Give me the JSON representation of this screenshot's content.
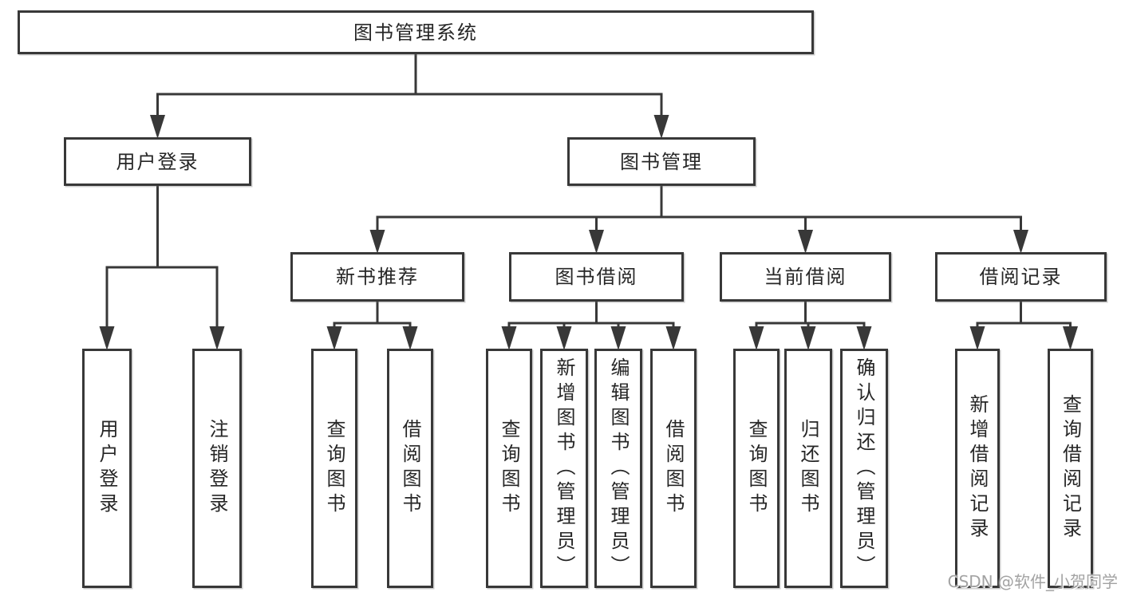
{
  "diagram": {
    "title": "图书管理系统",
    "nodes": [
      {
        "id": "root",
        "label": "图书管理系统",
        "level": 1,
        "parent": null,
        "orientation": "horizontal"
      },
      {
        "id": "login",
        "label": "用户登录",
        "level": 2,
        "parent": "root",
        "orientation": "horizontal"
      },
      {
        "id": "mgmt",
        "label": "图书管理",
        "level": 2,
        "parent": "root",
        "orientation": "horizontal"
      },
      {
        "id": "login-user",
        "label": "用户登录",
        "level": 3,
        "parent": "login",
        "orientation": "vertical"
      },
      {
        "id": "login-logout",
        "label": "注销登录",
        "level": 3,
        "parent": "login",
        "orientation": "vertical"
      },
      {
        "id": "rec",
        "label": "新书推荐",
        "level": 3,
        "parent": "mgmt",
        "orientation": "horizontal"
      },
      {
        "id": "borrow",
        "label": "图书借阅",
        "level": 3,
        "parent": "mgmt",
        "orientation": "horizontal"
      },
      {
        "id": "current",
        "label": "当前借阅",
        "level": 3,
        "parent": "mgmt",
        "orientation": "horizontal"
      },
      {
        "id": "records",
        "label": "借阅记录",
        "level": 3,
        "parent": "mgmt",
        "orientation": "horizontal"
      },
      {
        "id": "rec-query",
        "label": "查询图书",
        "level": 4,
        "parent": "rec",
        "orientation": "vertical"
      },
      {
        "id": "rec-borrow",
        "label": "借阅图书",
        "level": 4,
        "parent": "rec",
        "orientation": "vertical"
      },
      {
        "id": "borrow-query",
        "label": "查询图书",
        "level": 4,
        "parent": "borrow",
        "orientation": "vertical"
      },
      {
        "id": "borrow-add",
        "label": "新增图书（管理员）",
        "level": 4,
        "parent": "borrow",
        "orientation": "vertical"
      },
      {
        "id": "borrow-edit",
        "label": "编辑图书（管理员）",
        "level": 4,
        "parent": "borrow",
        "orientation": "vertical"
      },
      {
        "id": "borrow-lend",
        "label": "借阅图书",
        "level": 4,
        "parent": "borrow",
        "orientation": "vertical"
      },
      {
        "id": "cur-query",
        "label": "查询图书",
        "level": 4,
        "parent": "current",
        "orientation": "vertical"
      },
      {
        "id": "cur-return",
        "label": "归还图书",
        "level": 4,
        "parent": "current",
        "orientation": "vertical"
      },
      {
        "id": "cur-confirm",
        "label": "确认归还（管理员）",
        "level": 4,
        "parent": "current",
        "orientation": "vertical"
      },
      {
        "id": "recd-add",
        "label": "新增借阅记录",
        "level": 4,
        "parent": "records",
        "orientation": "vertical"
      },
      {
        "id": "recd-query",
        "label": "查询借阅记录",
        "level": 4,
        "parent": "records",
        "orientation": "vertical"
      }
    ]
  },
  "watermark": {
    "text": "CSDN @软件_小贺同学"
  },
  "colors": {
    "line": "#383838",
    "box_border": "#383838",
    "text": "#262626",
    "watermark": "#a3a3a3",
    "background": "#ffffff"
  }
}
